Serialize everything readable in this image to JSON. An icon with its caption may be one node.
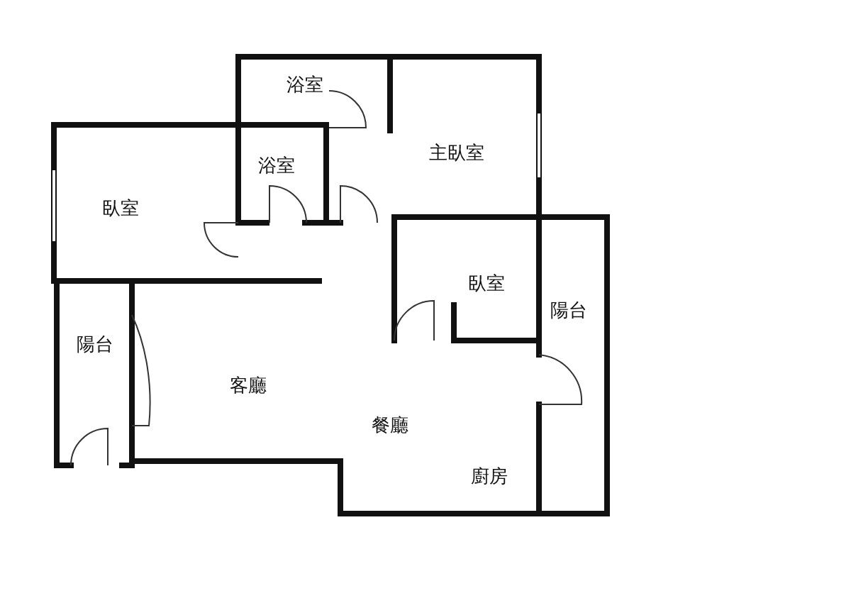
{
  "diagram": {
    "labels": [
      "浴室",
      "浴室",
      "主臥室",
      "臥室",
      "臥室",
      "陽台",
      "陽台",
      "客廳",
      "餐廳",
      "廚房"
    ]
  }
}
